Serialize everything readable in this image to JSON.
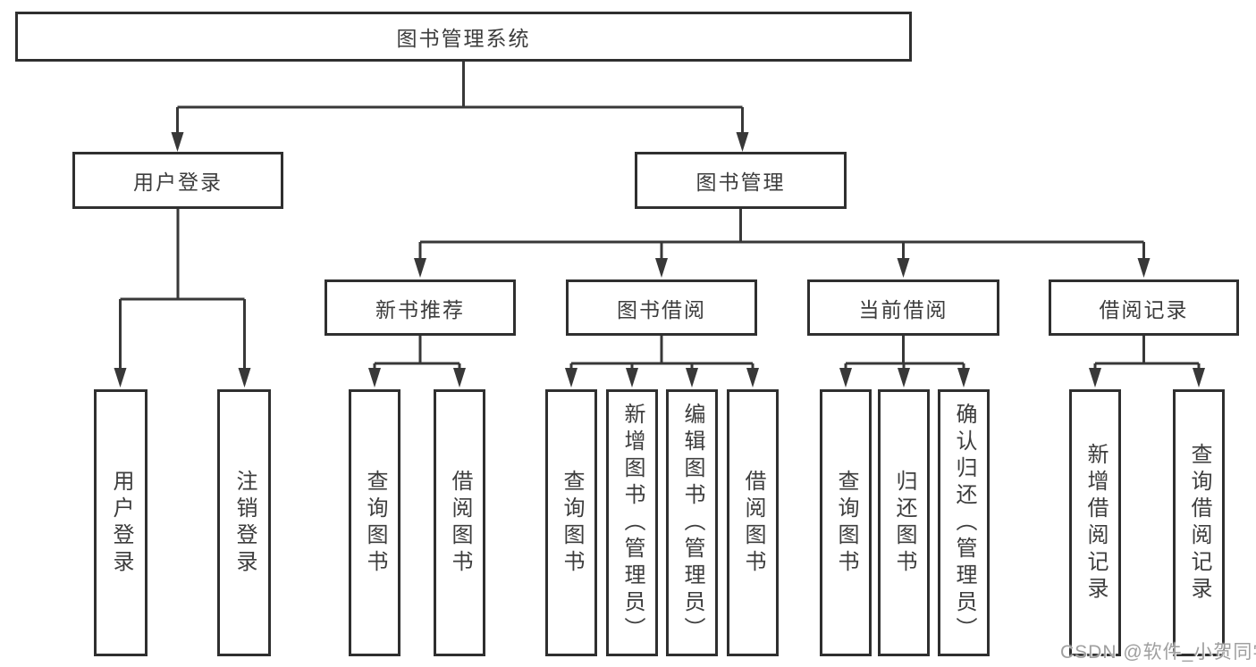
{
  "tree": {
    "root": "图书管理系统",
    "login_branch": {
      "label": "用户登录",
      "children": [
        "用户登录",
        "注销登录"
      ]
    },
    "mgmt_branch": {
      "label": "图书管理",
      "modules": [
        {
          "label": "新书推荐",
          "children": [
            "查询图书",
            "借阅图书"
          ]
        },
        {
          "label": "图书借阅",
          "children": [
            "查询图书",
            "新增图书（管理员）",
            "编辑图书（管理员）",
            "借阅图书"
          ]
        },
        {
          "label": "当前借阅",
          "children": [
            "查询图书",
            "归还图书",
            "确认归还（管理员）"
          ]
        },
        {
          "label": "借阅记录",
          "children": [
            "新增借阅记录",
            "查询借阅记录"
          ]
        }
      ]
    }
  },
  "watermark": "CSDN @软件_小贺同学",
  "colors": {
    "background": "#ffffff",
    "line": "#383838",
    "box_border": "#2f2f2f",
    "text": "#3d3d3d",
    "watermark": "#9f9f9f"
  }
}
